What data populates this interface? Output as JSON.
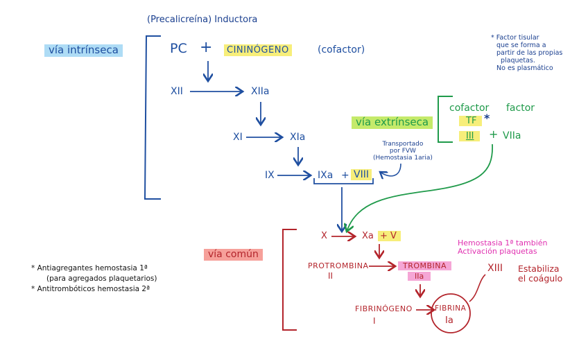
{
  "title": "Cascada de coagulación",
  "intrinsic": {
    "label": "vía intrínseca",
    "inductor_note": "(Precalicreína) Inductora",
    "pc": "PC",
    "plus": "+",
    "kininogen": "CININÓGENO",
    "cofactor_note": "(cofactor)",
    "xii": "XII",
    "xiia": "XIIa",
    "xi": "XI",
    "xia": "XIa",
    "ix": "IX",
    "ixa": "IXa",
    "plus2": "+",
    "viii": "VIII",
    "transport_note": [
      "Transportado",
      "por FVW",
      "(Hemostasia 1aria)"
    ]
  },
  "extrinsic": {
    "label": "vía extrínseca",
    "cofactor_header": "cofactor",
    "factor_header": "factor",
    "tf": "TF",
    "asterisk": "*",
    "iii": "III",
    "plus": "+",
    "viia": "VIIa"
  },
  "tf_note": [
    "* Factor tisular",
    "que se forma a",
    "partir de las propias",
    "plaquetas.",
    "No es plasmático"
  ],
  "common": {
    "label": "vía común",
    "x": "X",
    "xa": "Xa",
    "plus_v": "+ V",
    "prothrombin": "PROTROMBINA",
    "prothrombin_num": "II",
    "thrombin": "TROMBINA",
    "thrombin_num": "IIa",
    "fibrinogen": "FIBRINÓGENO",
    "fibrinogen_num": "I",
    "fibrin": "FIBRINA",
    "fibrin_num": "Ia",
    "xiii": "XIII",
    "stabilizes": [
      "Estabiliza",
      "el coágulo"
    ],
    "platelet_note": [
      "Hemostasia 1ª también",
      "Activación plaquetas"
    ]
  },
  "footnotes": [
    "* Antiagregantes hemostasia 1ª",
    "(para agregados plaquetarios)",
    "* Antitrombóticos hemostasia 2ª"
  ],
  "colors": {
    "intrinsic": "#1f4fa0",
    "extrinsic": "#1f9a4a",
    "common": "#b3242b",
    "note_pink": "#e030b0",
    "highlight_yellow": "#f7ee7a",
    "highlight_blue": "#aedcf5",
    "highlight_green": "#c5ea6a",
    "highlight_red": "#f6a09a",
    "highlight_pink": "#f5a6d6"
  }
}
